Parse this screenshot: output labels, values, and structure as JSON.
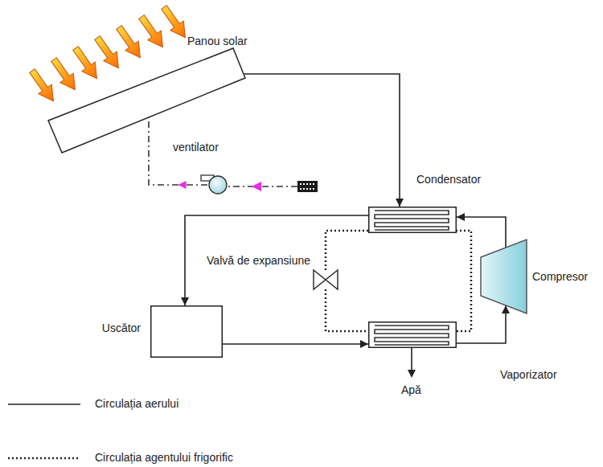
{
  "diagram": {
    "nodes": [
      {
        "text": [
          "Panou solar"
        ]
      },
      {
        "text": [
          "ventilator"
        ]
      },
      {
        "text": [
          "Condensator"
        ]
      },
      {
        "text": [
          "Valvă de expansiune"
        ]
      },
      {
        "text": [
          "Compresor"
        ]
      },
      {
        "text": [
          "Uscător"
        ]
      },
      {
        "text": [
          "Vaporizator"
        ]
      }
    ],
    "edges": [
      {
        "from": 0,
        "to": 2,
        "arrow": "to"
      },
      {
        "from": 1,
        "to": 0,
        "arrow": "to"
      },
      {
        "from": 2,
        "to": 5,
        "arrow": "to"
      },
      {
        "from": 5,
        "to": 6,
        "arrow": "to"
      },
      {
        "from": 6,
        "to": 4,
        "arrow": "to"
      },
      {
        "from": 4,
        "to": 2,
        "arrow": "to"
      },
      {
        "from": 2,
        "to": 3,
        "arrow": "none"
      },
      {
        "from": 3,
        "to": 6,
        "arrow": "none"
      },
      {
        "from": 6,
        "to": 2,
        "arrow": "none"
      }
    ],
    "labels": [
      "Apă"
    ],
    "legend": [
      {
        "text": "Circulația aerului"
      },
      {
        "text": "Circulația agentului frigorific"
      }
    ]
  }
}
